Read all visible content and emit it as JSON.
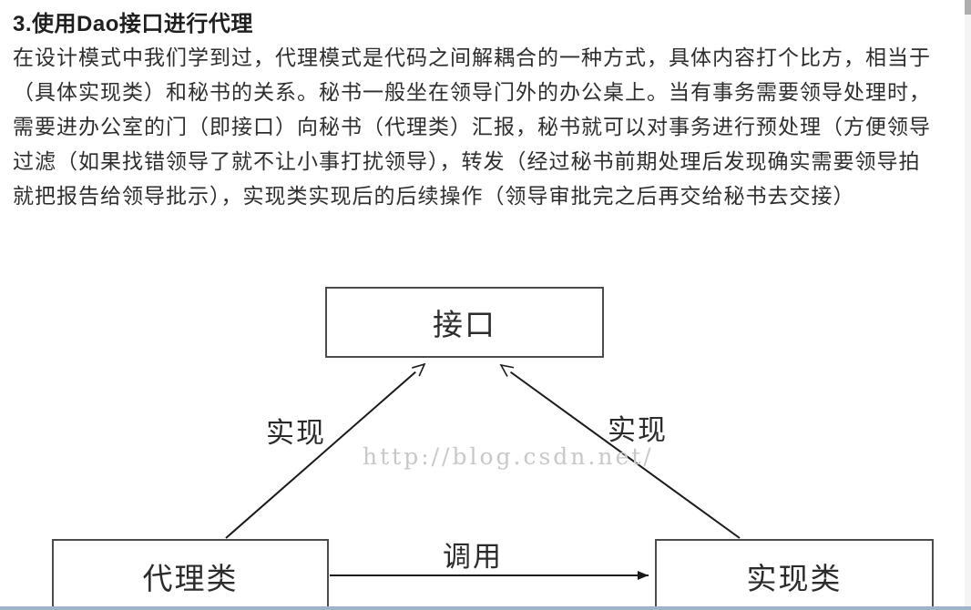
{
  "article": {
    "heading": "3.使用Dao接口进行代理",
    "lines": [
      "在设计模式中我们学到过，代理模式是代码之间解耦合的一种方式，具体内容打个比方，相当于",
      "（具体实现类）和秘书的关系。秘书一般坐在领导门外的办公桌上。当有事务需要领导处理时，",
      "需要进办公室的门（即接口）向秘书（代理类）汇报，秘书就可以对事务进行预处理（方便领导",
      "过滤（如果找错领导了就不让小事打扰领导），转发（经过秘书前期处理后发现确实需要领导拍",
      "就把报告给领导批示），实现类实现后的后续操作（领导审批完之后再交给秘书去交接）"
    ]
  },
  "diagram": {
    "interface_box_label": "接口",
    "proxy_box_label": "代理类",
    "impl_box_label": "实现类",
    "left_arrow_label": "实现",
    "right_arrow_label": "实现",
    "call_arrow_label": "调用",
    "watermark": "http://blog.csdn.net/"
  },
  "colors": {
    "box_border": "#4c4c4c",
    "arrow": "#1a1a1a",
    "watermark": "#c8c8c8",
    "bottom_strip": "#9fb4cb"
  }
}
